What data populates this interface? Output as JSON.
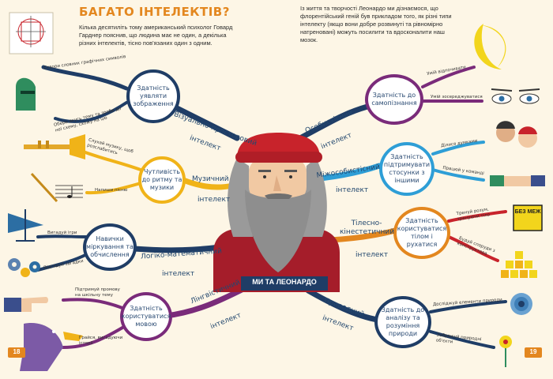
{
  "title": "БАГАТО ІНТЕЛЕКТІВ?",
  "intro_left": "Кілька десятиліть тому американський психолог Говард Гарднер пояснив, що людина має не один, а декілька різних інтелектів, тісно пов'язаних один з одним.",
  "intro_right": "Із життя та творчості Леонардо ми дізнаємося, що флорентійський геній був прикладом того, як різні типи інтелекту (якщо вони добре розвинуті та рівномірно натреновані) можуть посилити та вдосконалити наш мозок.",
  "center_label": "МИ ТА ЛЕОНАРДО",
  "page_left": "18",
  "page_right": "19",
  "colors": {
    "background": "#fdf6e6",
    "accent": "#e3871f",
    "dark_blue": "#1f3d66",
    "hat": "#c8232b",
    "beard": "#8e8e8e"
  },
  "icons": [
    "geometric-drawing-icon",
    "knight-helmet-icon",
    "trumpet-icon",
    "music-staff-icon",
    "helicopter-icon",
    "gears-icon",
    "handshake-hand-icon",
    "dragon-icon",
    "moon-icon",
    "eyes-icon",
    "faces-icon",
    "handshake-icon",
    "no-barriers-sign-icon",
    "dice-icon",
    "seashell-icon",
    "flower-icon"
  ],
  "branches": {
    "visual": {
      "branch": "Візуально-просторовий",
      "branch2": "інтелект",
      "circle": "Здатність уявляти зображення",
      "leaf1": "Створи словник графічних символів",
      "leaf2": "Обери якусь тему та зроби до неї схему, схожу на цю"
    },
    "music": {
      "branch": "Музичний",
      "branch2": "інтелект",
      "circle": "Чутливість до ритму та музики",
      "leaf1": "Слухай музику, щоб розслабитись",
      "leaf2": "Напиши пісню"
    },
    "logic": {
      "branch": "Логіко-математичний",
      "branch2": "інтелект",
      "circle": "Навички міркування та обчислення",
      "leaf1": "Вигадуй ігри",
      "leaf2": "Відгадуй загадки"
    },
    "linguistic": {
      "branch": "Лінгвістичний",
      "branch2": "інтелект",
      "circle": "Здатність користуватися мовою",
      "leaf1": "Підтримуй промову на шкільну тему",
      "leaf2": "Грайся, вигадуючи історії"
    },
    "intrapersonal": {
      "branch": "Особистісний",
      "branch2": "інтелект",
      "circle": "Здатність до самопізнання",
      "leaf1": "Умій відпочивати",
      "leaf2": "Умій зосереджуватися"
    },
    "interpersonal": {
      "branch": "Міжособистісний",
      "branch2": "інтелект",
      "circle": "Здатність підтримувати стосунки з іншими",
      "leaf1": "Ділися думками",
      "leaf2": "Працюй у команді"
    },
    "kinesthetic": {
      "branch": "Тілесно-кінестетичний",
      "branch2": "інтелект",
      "circle": "Здатність користуватися тілом і рухатися",
      "leaf1": "Тренуй розум, тренуючи тіло",
      "leaf2": "Будуй споруди з конструктора",
      "sign": "БЕЗ МЕЖ"
    },
    "naturalist": {
      "branch": "Природний",
      "branch2": "інтелект",
      "circle": "Здатність до аналізу та розуміння природи",
      "leaf1": "Досліджуй елементи природи",
      "leaf2": "Зображуй природні об'єкти"
    }
  }
}
